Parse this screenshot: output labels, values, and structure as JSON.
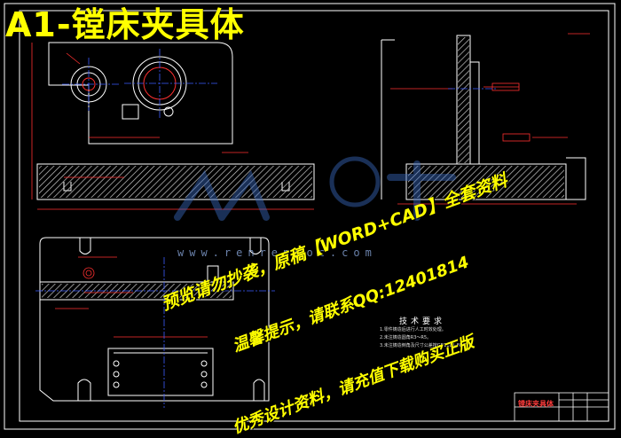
{
  "title": "A1-镗床夹具体",
  "watermark": {
    "site": "www.renrendoc.com",
    "line1": "预览请勿抄袭，原稿【WORD+CAD】全套资料",
    "line2": "温馨提示，请联系QQ:12401814",
    "line3": "优秀设计资料，请充值下载购买正版"
  },
  "tech_requirements": {
    "heading": "技术要求",
    "items": [
      "1.零件铸造后进行人工时效处理。",
      "2.未注铸造圆角R3～R5。",
      "3.未注铸造倒角及尺寸公差按GB1184-80标准。"
    ]
  },
  "title_block": {
    "name": "镗床夹具体"
  },
  "colors": {
    "title": "#ffff00",
    "linework": "#ffffff",
    "centerline": "#3c5cff",
    "dimension": "#ff3030",
    "hatch": "#c9c9c9",
    "watermark": "#ffff00"
  }
}
